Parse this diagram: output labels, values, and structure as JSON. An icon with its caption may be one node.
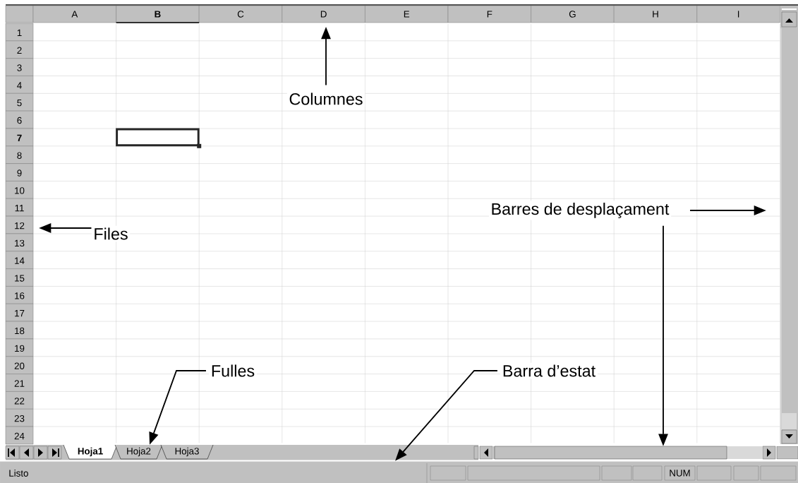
{
  "diagram": {
    "nodes": [
      {
        "text": [
          "Columnes"
        ]
      },
      {
        "text": [
          "Barres de desplaçament"
        ]
      },
      {
        "text": [
          "Files"
        ]
      },
      {
        "text": [
          "Fulles"
        ]
      },
      {
        "text": [
          "Barra d’estat"
        ]
      },
      {
        "text": [],
        "shape": "bar"
      },
      {
        "text": [],
        "shape": "bar"
      },
      {
        "text": [],
        "shape": "bar"
      }
    ],
    "edges": [
      {
        "from": 0,
        "to": null,
        "arrow": "to"
      },
      {
        "from": 1,
        "to": null,
        "arrow": "to"
      },
      {
        "from": 1,
        "to": 6,
        "arrow": "to"
      },
      {
        "from": 2,
        "to": null,
        "arrow": "to"
      },
      {
        "from": 3,
        "to": 5,
        "arrow": "to"
      },
      {
        "from": 4,
        "to": 7,
        "arrow": "to"
      }
    ],
    "labels": [
      "A",
      "B",
      "C",
      "D",
      "E",
      "F",
      "G",
      "H",
      "I",
      "1",
      "2",
      "3",
      "4",
      "5",
      "6",
      "7",
      "8",
      "9",
      "10",
      "11",
      "12",
      "13",
      "14",
      "15",
      "16",
      "17",
      "18",
      "19",
      "20",
      "21",
      "22",
      "23",
      "24",
      "Hoja1",
      "Hoja2",
      "Hoja3",
      "Listo",
      "NUM"
    ]
  }
}
